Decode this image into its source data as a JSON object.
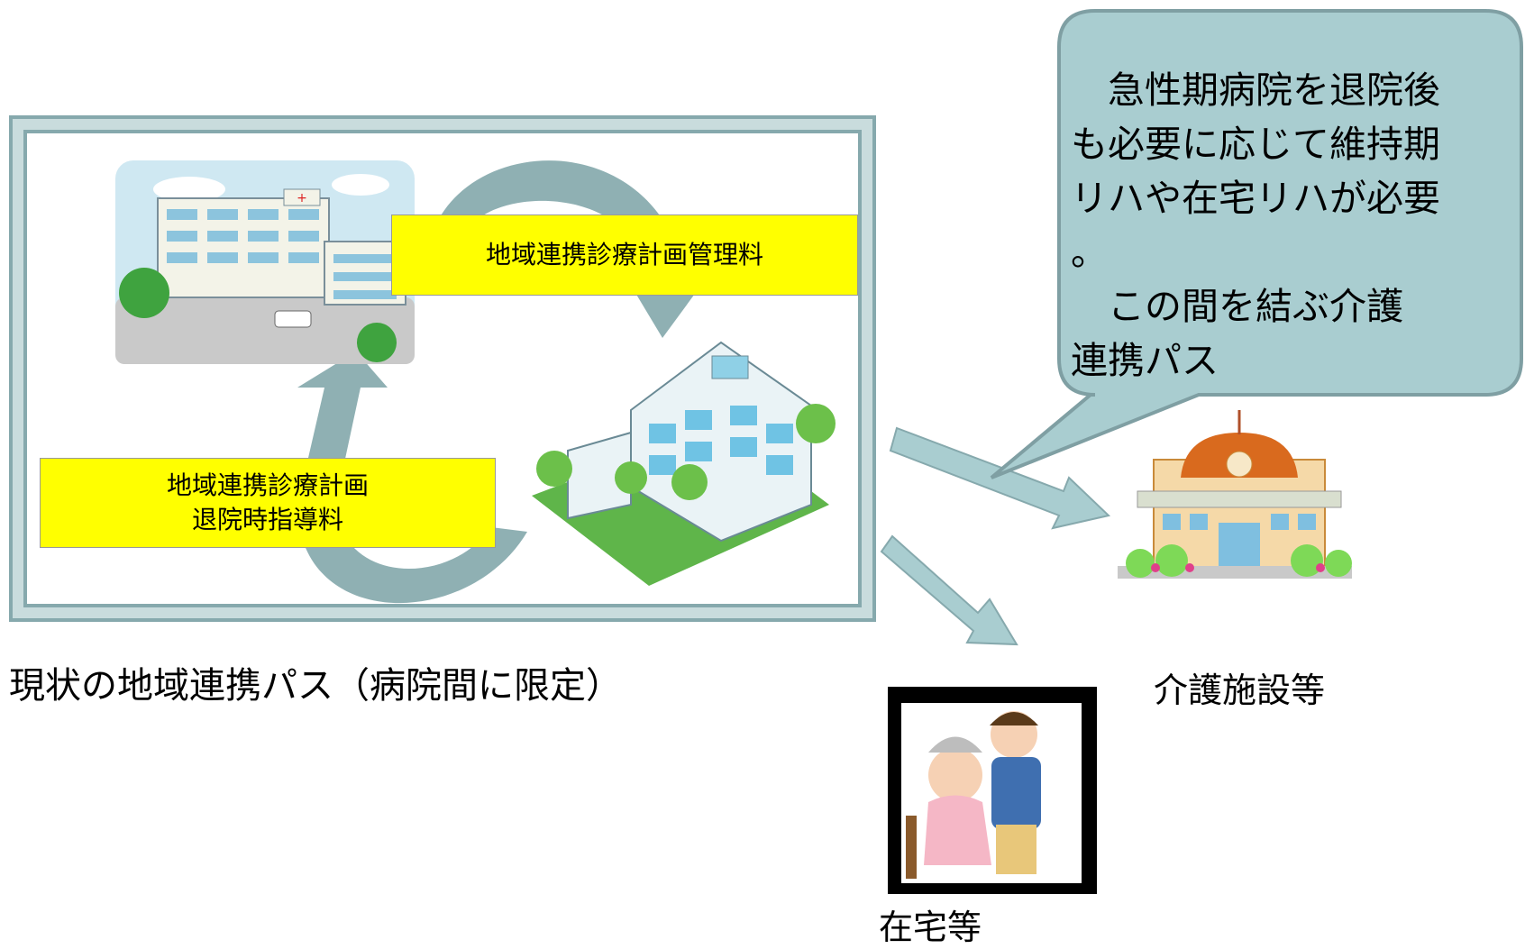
{
  "labels": {
    "plan_fee": "地域連携診療計画管理料",
    "discharge_fee_line1": "地域連携診療計画",
    "discharge_fee_line2": "退院時指導料"
  },
  "captions": {
    "current_path": "現状の地域連携パス（病院間に限定）",
    "care_facility": "介護施設等",
    "home": "在宅等"
  },
  "callout": {
    "lines": [
      "　急性期病院を退院後",
      "も必要に応じて維持期",
      "リハや在宅リハが必要",
      "。",
      "　この間を結ぶ介護",
      "連携パス"
    ]
  },
  "colors": {
    "arrow": "#a9cdd0",
    "arrow_outline": "#86a9ad",
    "callout_fill": "#a9cdd0",
    "label_fill": "#ffff00"
  }
}
